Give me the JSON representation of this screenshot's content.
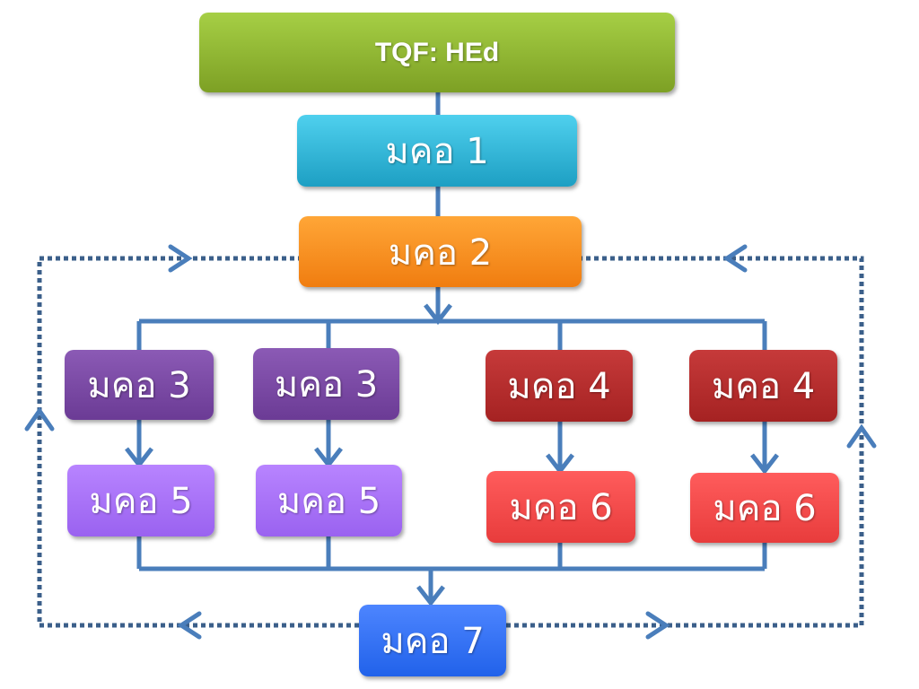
{
  "nodes": {
    "root": {
      "label": "TQF: HEd",
      "color_top": "#a6cf45",
      "color_bottom": "#7da024"
    },
    "mko1": {
      "label": "มคอ 1",
      "color_top": "#4fd0ee",
      "color_bottom": "#1d9fc3"
    },
    "mko2": {
      "label": "มคอ 2",
      "color_top": "#ffa637",
      "color_bottom": "#f07d10"
    },
    "mko3_a": {
      "label": "มคอ 3",
      "color_top": "#8b5ab5",
      "color_bottom": "#6b3b95"
    },
    "mko3_b": {
      "label": "มคอ 3",
      "color_top": "#8b5ab5",
      "color_bottom": "#6b3b95"
    },
    "mko4_a": {
      "label": "มคอ 4",
      "color_top": "#c63a3a",
      "color_bottom": "#a52222"
    },
    "mko4_b": {
      "label": "มคอ 4",
      "color_top": "#c63a3a",
      "color_bottom": "#a52222"
    },
    "mko5_a": {
      "label": "มคอ 5",
      "color_top": "#b884ff",
      "color_bottom": "#9a62f0"
    },
    "mko5_b": {
      "label": "มคอ 5",
      "color_top": "#b884ff",
      "color_bottom": "#9a62f0"
    },
    "mko6_a": {
      "label": "มคอ 6",
      "color_top": "#ff5c5c",
      "color_bottom": "#e83c3c"
    },
    "mko6_b": {
      "label": "มคอ 6",
      "color_top": "#ff5c5c",
      "color_bottom": "#e83c3c"
    },
    "mko7": {
      "label": "มคอ 7",
      "color_top": "#4d85ff",
      "color_bottom": "#2162ea"
    }
  },
  "connector_color": "#4a7ebb",
  "feedback_loop_color": "#3b5f8a"
}
